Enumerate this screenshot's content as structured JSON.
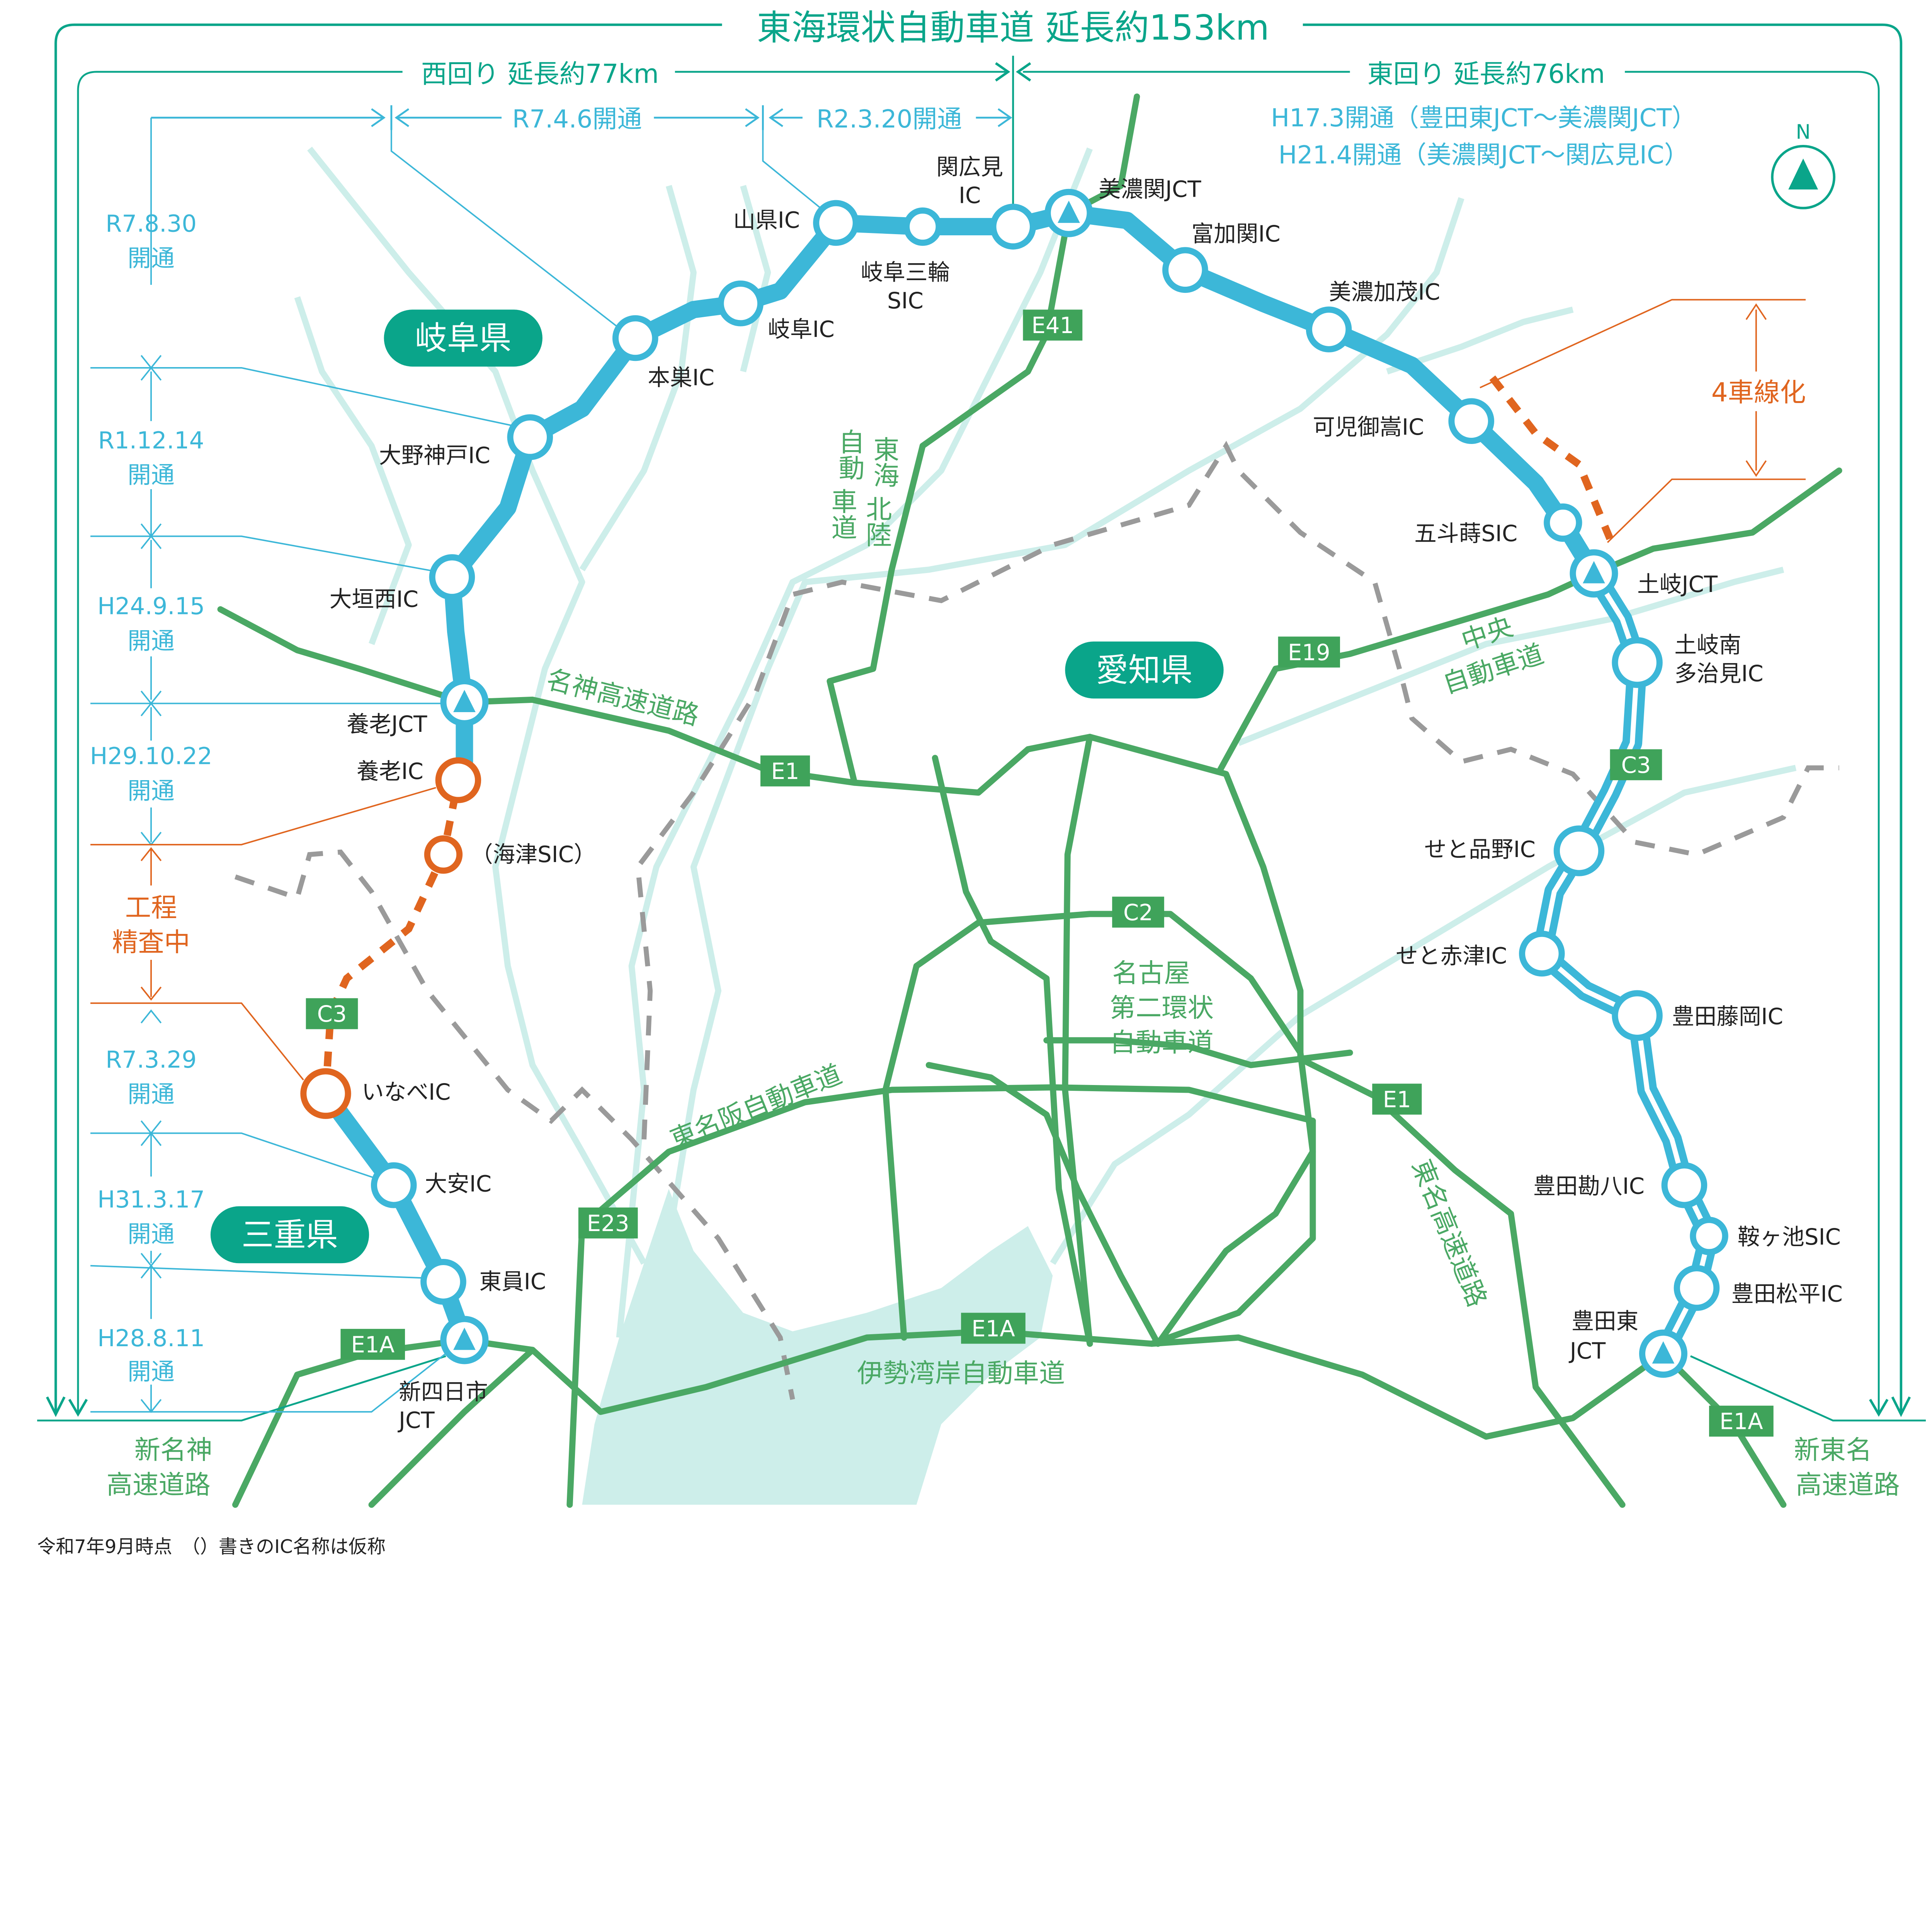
{
  "title": "東海環状自動車道 延長約153km",
  "west": "西回り 延長約77km",
  "east": "東回り 延長約76km",
  "sections": {
    "r746": "R7.4.6開通",
    "r2320": "R2.3.20開通"
  },
  "east_history": [
    "H17.3開通（豊田東JCT～美濃関JCT）",
    "H21.4開通（美濃関JCT～関広見IC）"
  ],
  "north": "N",
  "timeline": [
    {
      "date": "R7.8.30",
      "status": "開通"
    },
    {
      "date": "R1.12.14",
      "status": "開通"
    },
    {
      "date": "H24.9.15",
      "status": "開通"
    },
    {
      "date": "H29.10.22",
      "status": "開通"
    },
    {
      "date": "工程",
      "status": "精査中"
    },
    {
      "date": "R7.3.29",
      "status": "開通"
    },
    {
      "date": "H31.3.17",
      "status": "開通"
    },
    {
      "date": "H28.8.11",
      "status": "開通"
    }
  ],
  "widening": "4車線化",
  "prefectures": {
    "gifu": "岐阜県",
    "aichi": "愛知県",
    "mie": "三重県"
  },
  "ic": {
    "sekihiromi": [
      "関広見",
      "IC"
    ],
    "minoseki_jct": "美濃関JCT",
    "yamagata": "山県IC",
    "gifu_miwa": [
      "岐阜三輪",
      "SIC"
    ],
    "gifu": "岐阜IC",
    "motosu": "本巣IC",
    "ono_godo": "大野神戸IC",
    "ogaki_nishi": "大垣西IC",
    "yoro_jct": "養老JCT",
    "yoro": "養老IC",
    "kaizu": "（海津SIC）",
    "inabe": "いなべIC",
    "daian": "大安IC",
    "toin": "東員IC",
    "shin_yokkaichi": [
      "新四日市",
      "JCT"
    ],
    "tomika_seki": "富加関IC",
    "minokamo": "美濃加茂IC",
    "kani_mitake": "可児御嵩IC",
    "gotomaki": "五斗蒔SIC",
    "toki_jct": "土岐JCT",
    "toki_minami": [
      "土岐南",
      "多治見IC"
    ],
    "seto_shinano": "せと品野IC",
    "seto_akazu": "せと赤津IC",
    "toyota_fujioka": "豊田藤岡IC",
    "toyota_kanpachi": "豊田勘八IC",
    "kuragaike": "鞍ヶ池SIC",
    "toyota_matsudaira": "豊田松平IC",
    "toyota_higashi": [
      "豊田東",
      "JCT"
    ]
  },
  "roads": {
    "meishin": "名神高速道路",
    "tokai_hokuriku": [
      "東海",
      "北陸",
      "自動",
      "車道"
    ],
    "chuo": [
      "中央",
      "自動車道"
    ],
    "nagoya2": [
      "名古屋",
      "第二環状",
      "自動車道"
    ],
    "higashi_meihan": "東名阪自動車道",
    "isewan": "伊勢湾岸自動車道",
    "tomei": "東名高速道路",
    "shin_meishin": [
      "新名神",
      "高速道路"
    ],
    "shin_tomei": [
      "新東名",
      "高速道路"
    ]
  },
  "shields": {
    "e41": "E41",
    "e19": "E19",
    "e1_a": "E1",
    "e1_b": "E1",
    "c2": "C2",
    "c3_a": "C3",
    "c3_b": "C3",
    "e23": "E23",
    "e1a_a": "E1A",
    "e1a_b": "E1A",
    "e1a_c": "E1A"
  },
  "footnote": "令和7年9月時点　（）書きのIC名称は仮称",
  "colors": {
    "teal": "#0aa58a",
    "c3_blue": "#3cb7d8",
    "expressway_green": "#4aa864",
    "planned_orange": "#e0651f",
    "water": "#cdeeea"
  }
}
